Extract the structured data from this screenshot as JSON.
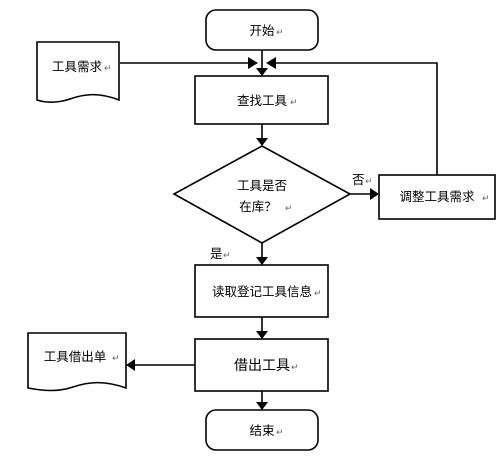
{
  "nodes": {
    "start": "开始",
    "tool_demand": "工具需求",
    "find_tool": "查找工具",
    "decision_line1": "工具是否",
    "decision_line2": "在库？",
    "adjust_demand": "调整工具需求",
    "read_register": "读取登记工具信息",
    "borrow_tool": "借出工具",
    "borrow_form": "工具借出单",
    "end": "结束"
  },
  "edges": {
    "no_label": "否",
    "yes_label": "是"
  },
  "return_mark": "↵"
}
